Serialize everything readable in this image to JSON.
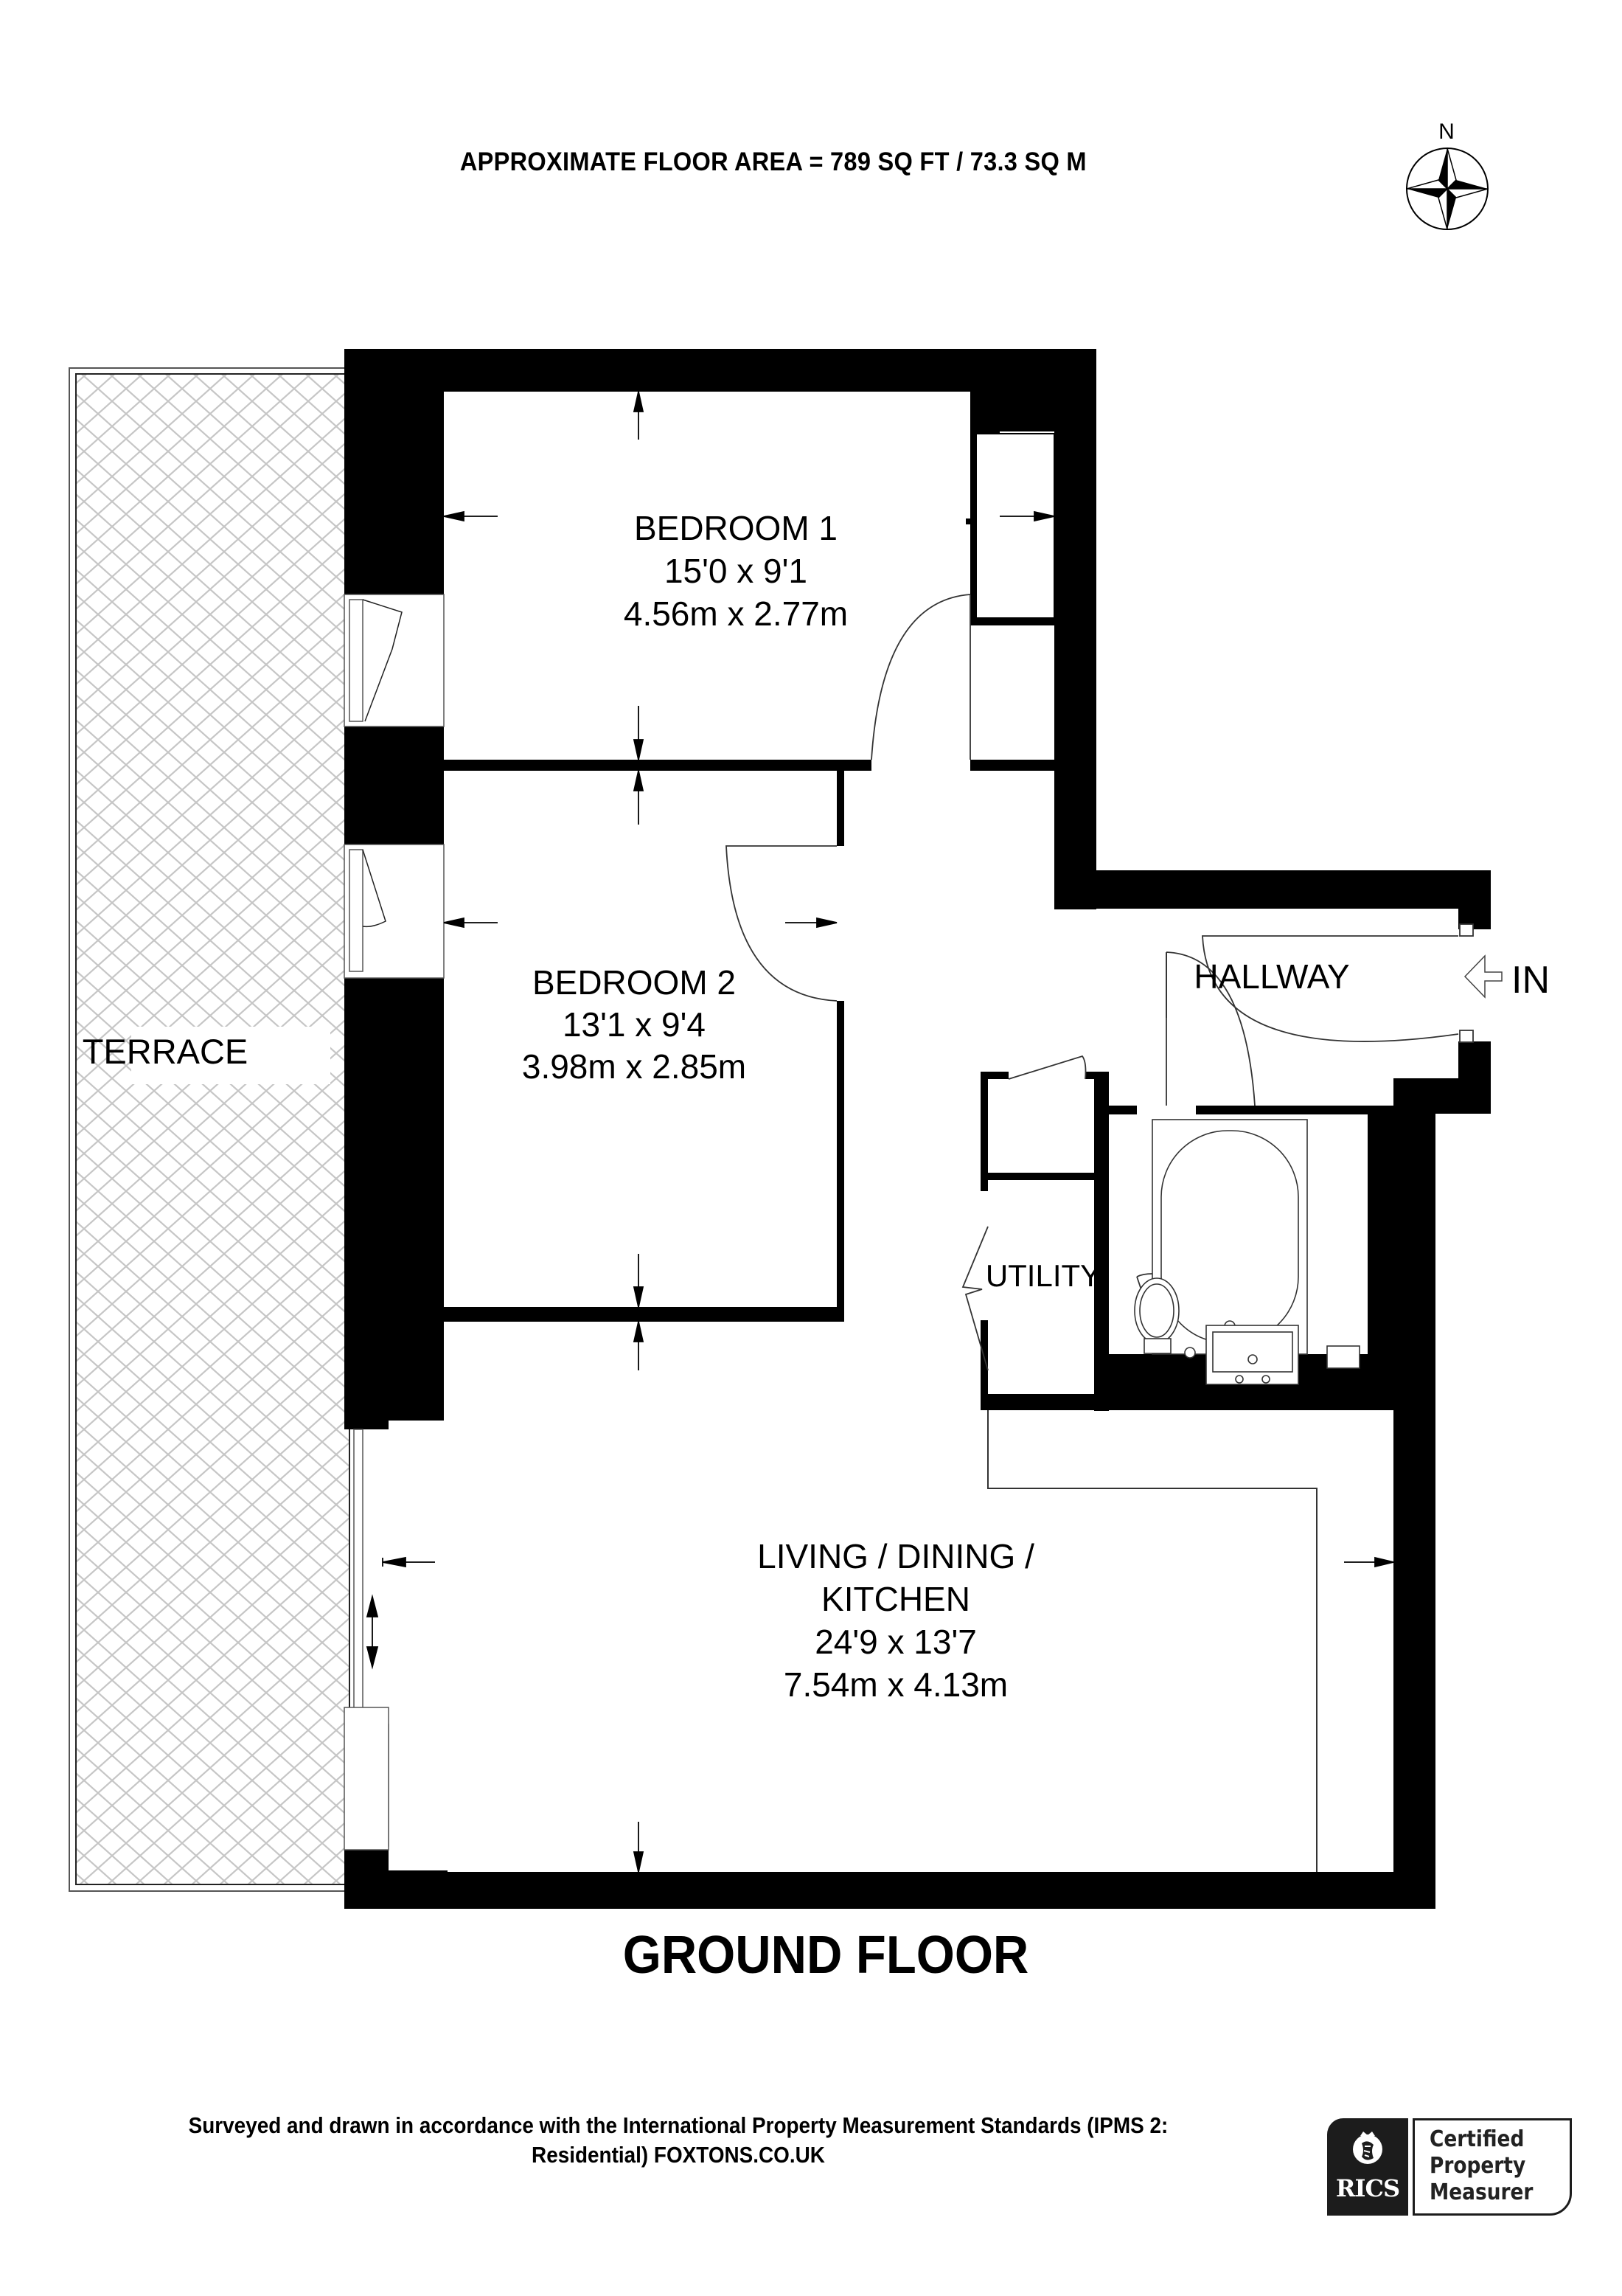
{
  "header": {
    "floor_area": "APPROXIMATE FLOOR AREA = 789 SQ FT / 73.3 SQ M"
  },
  "compass": {
    "label": "N",
    "icon": "compass-rose-icon"
  },
  "rooms": {
    "bedroom1": {
      "name": "BEDROOM 1",
      "imperial": "15'0 x 9'1",
      "metric": "4.56m x 2.77m"
    },
    "bedroom2": {
      "name": "BEDROOM 2",
      "imperial": "13'1 x 9'4",
      "metric": "3.98m x 2.85m"
    },
    "living": {
      "name_line1": "LIVING / DINING /",
      "name_line2": "KITCHEN",
      "imperial": "24'9 x 13'7",
      "metric": "7.54m x 4.13m"
    },
    "hallway": {
      "name": "HALLWAY"
    },
    "utility": {
      "name": "UTILITY"
    },
    "terrace": {
      "name": "TERRACE"
    }
  },
  "entrance": {
    "label": "IN",
    "icon": "entrance-arrow-icon"
  },
  "floor": {
    "label": "GROUND FLOOR"
  },
  "footer": {
    "line1": "Surveyed and drawn in accordance with the International Property Measurement Standards (IPMS 2:",
    "line2": "Residential) FOXTONS.CO.UK"
  },
  "badge": {
    "org": "RICS",
    "line1": "Certified",
    "line2": "Property",
    "line3": "Measurer"
  },
  "colors": {
    "wall": "#000000",
    "terrace_hatch": "#c8c8c8",
    "fixture_line": "#333333"
  }
}
